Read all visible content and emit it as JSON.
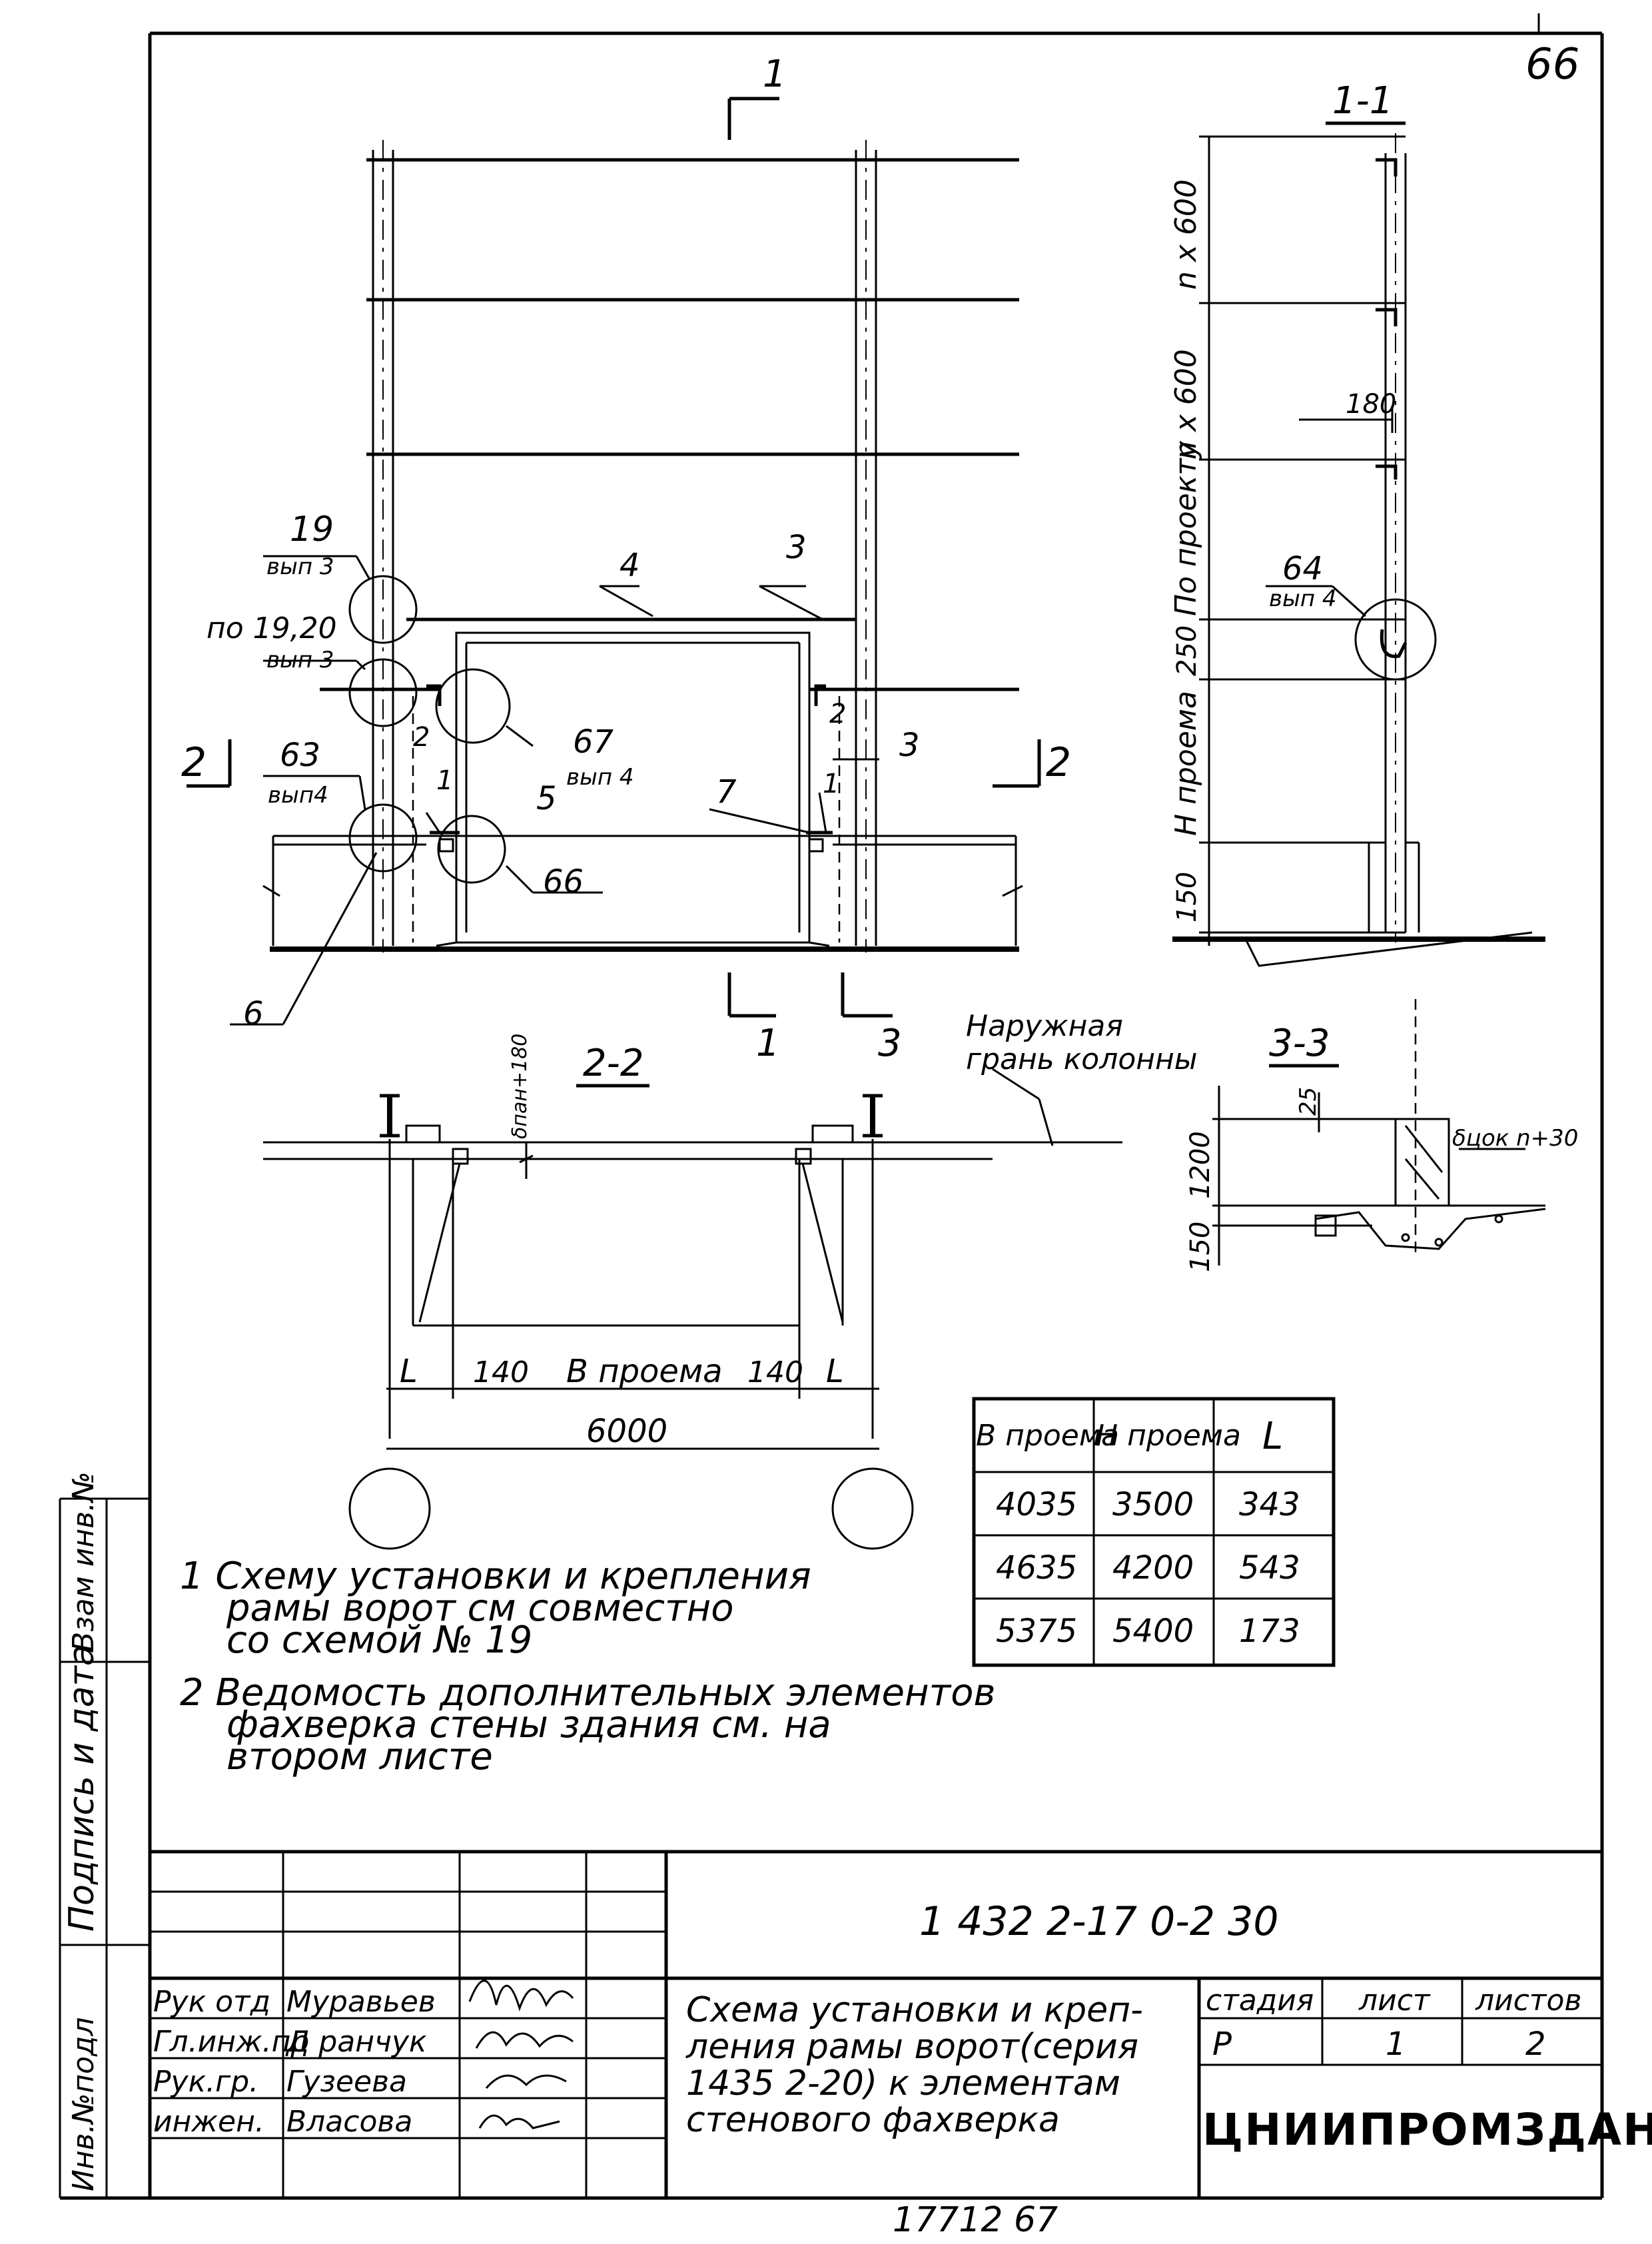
{
  "sheet": {
    "sheet_corner_number": "66",
    "bottom_number": "17712   67"
  },
  "section_labels": {
    "s1": "1",
    "s2": "2",
    "s3": "3",
    "s11": "1-1",
    "s22": "2-2",
    "s33": "3-3"
  },
  "callouts": {
    "c19": "19",
    "c19_sub": "вып 3",
    "c1920": "по 19,20",
    "c1920_sub": "вып 3",
    "c63": "63",
    "c63_sub": "вып4",
    "c67": "67",
    "c67_sub": "вып 4",
    "c64": "64",
    "c64_sub": "вып 4",
    "c66": "66",
    "c4": "4",
    "c3a": "3",
    "c3b": "3",
    "c5": "5",
    "c6": "6",
    "c7": "7",
    "c1a": "1",
    "c1b": "1",
    "c2a": "2",
    "c2b": "2"
  },
  "dimensions": {
    "n600a": "n x 600",
    "n600b": "n x 600",
    "project": "По проекту",
    "d180": "180",
    "d250": "250",
    "h_opening": "Н проема",
    "d150": "150",
    "bpan": "δпан+180",
    "L_left": "L",
    "d140a": "140",
    "b_opening": "В проема",
    "d140b": "140",
    "L_right": "L",
    "d6000": "6000",
    "d25": "25",
    "d1200": "1200",
    "d150b": "150",
    "bcok": "δцок n+30",
    "outer_face": "Наружная",
    "outer_face2": "грань колонны"
  },
  "table": {
    "headers": [
      "В проема",
      "Н проема",
      "L"
    ],
    "rows": [
      [
        "4035",
        "3500",
        "343"
      ],
      [
        "4635",
        "4200",
        "543"
      ],
      [
        "5375",
        "5400",
        "173"
      ]
    ]
  },
  "notes": {
    "n1_line1": "1  Схему установки и крепления",
    "n1_line2": "рамы ворот см совместно",
    "n1_line3": "со схемой № 19",
    "n2_line1": "2  Ведомость дополнительных элементов",
    "n2_line2": "фахверка стены здания см. на",
    "n2_line3": "втором листе"
  },
  "side_stamps": {
    "inv_podl": "Инв.№подл",
    "podpis": "Подпись и дата",
    "vzam": "Взам инв.№"
  },
  "title_block": {
    "doc_code": "1 432 2-17 0-2 30",
    "roles": [
      "Рук отд",
      "Гл.инж.пр",
      "Рук.гр.",
      "инжен."
    ],
    "names": [
      "Муравьев",
      "Д ранчук",
      "Гузеева",
      "Власова"
    ],
    "title_line1": "Схема установки и креп-",
    "title_line2": "ления рамы ворот(серия",
    "title_line3": "1435 2-20) к элементам",
    "title_line4": "стенового фахверка",
    "stage_label": "стадия",
    "sheet_label": "лист",
    "sheets_label": "листов",
    "stage_value": "Р",
    "sheet_value": "1",
    "sheets_value": "2",
    "organization": "ЦНИИПРОМЗДАНИЙ"
  }
}
